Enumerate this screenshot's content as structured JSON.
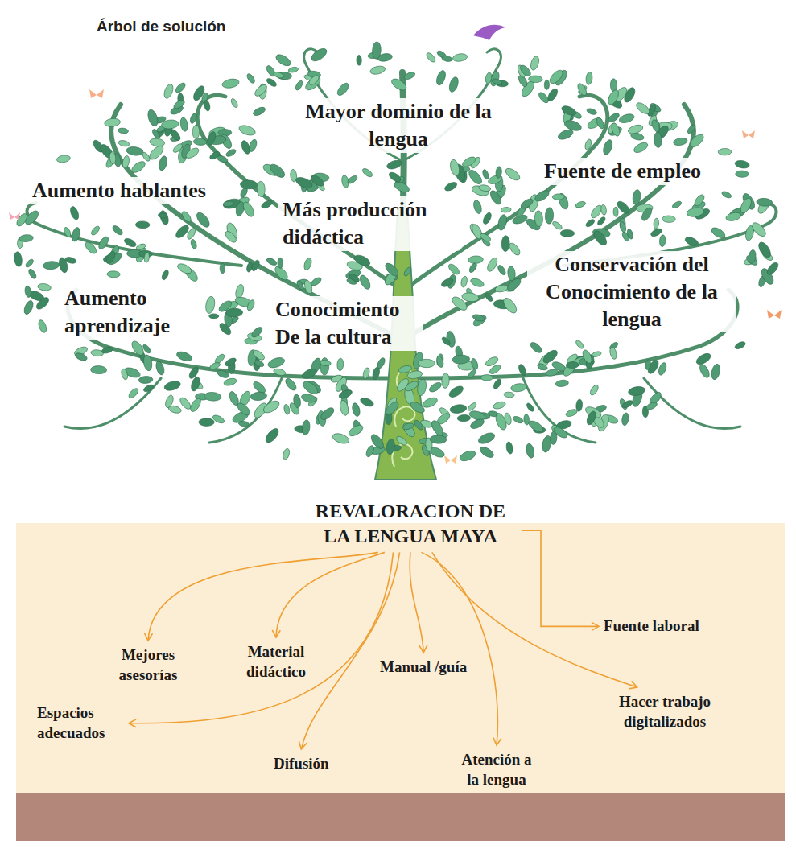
{
  "diagram": {
    "title": "Árbol de solución",
    "nodes": [
      {
        "text": [
          "REVALORACION DE LA LENGUA MAYA"
        ]
      },
      {
        "text": [
          "Mejores asesorías"
        ]
      },
      {
        "text": [
          "Material didáctico"
        ]
      },
      {
        "text": [
          "Manual /guía"
        ]
      },
      {
        "text": [
          "Fuente laboral"
        ]
      },
      {
        "text": [
          "Espacios adecuados"
        ]
      },
      {
        "text": [
          "Difusión"
        ]
      },
      {
        "text": [
          "Atención a la lengua"
        ]
      },
      {
        "text": [
          "Hacer trabajo digitalizados"
        ]
      }
    ],
    "edges": [
      {
        "from": 0,
        "to": 1,
        "arrow": "to"
      },
      {
        "from": 0,
        "to": 2,
        "arrow": "to"
      },
      {
        "from": 0,
        "to": 3,
        "arrow": "to"
      },
      {
        "from": 0,
        "to": 4,
        "arrow": "to"
      },
      {
        "from": 0,
        "to": 5,
        "arrow": "to"
      },
      {
        "from": 0,
        "to": 6,
        "arrow": "to"
      },
      {
        "from": 0,
        "to": 7,
        "arrow": "to"
      },
      {
        "from": 0,
        "to": 8,
        "arrow": "to"
      }
    ],
    "labels": [
      "Mayor dominio de la lengua",
      "Fuente de empleo",
      "Aumento hablantes",
      "Más producción didáctica",
      "Conservación del Conocimiento de la lengua",
      "Aumento aprendizaje",
      "Conocimiento De la cultura"
    ]
  }
}
